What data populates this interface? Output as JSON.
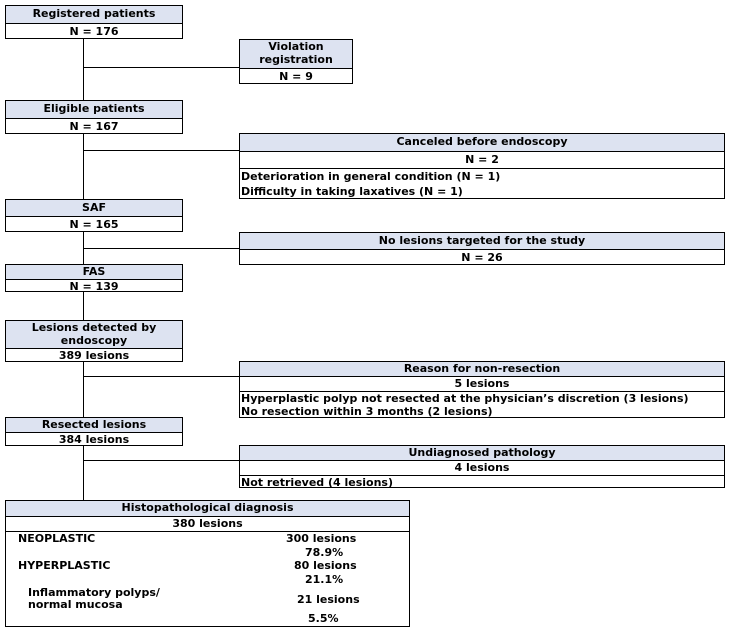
{
  "registered": {
    "title": "Registered patients",
    "n": "N = 176"
  },
  "violation": {
    "title_line1": "Violation",
    "title_line2": "registration",
    "n": "N = 9"
  },
  "eligible": {
    "title": "Eligible patients",
    "n": "N = 167"
  },
  "canceled": {
    "title": "Canceled before endoscopy",
    "n": "N = 2",
    "reasons": [
      "Deterioration in general condition (N = 1)",
      "Difficulty in taking laxatives (N = 1)"
    ]
  },
  "saf": {
    "title": "SAF",
    "n": "N = 165"
  },
  "no_lesions": {
    "title": "No lesions targeted for the study",
    "n": "N = 26"
  },
  "fas": {
    "title": "FAS",
    "n": "N = 139"
  },
  "detected": {
    "title_line1": "Lesions detected by",
    "title_line2": "endoscopy",
    "n": "389 lesions"
  },
  "non_resection": {
    "title": "Reason for non-resection",
    "n": "5 lesions",
    "reasons": [
      "Hyperplastic polyp not resected at the physician’s discretion (3 lesions)",
      "No resection within 3 months (2 lesions)"
    ]
  },
  "resected": {
    "title": "Resected lesions",
    "n": "384 lesions"
  },
  "undiagnosed": {
    "title": "Undiagnosed pathology",
    "n": "4 lesions",
    "reasons": [
      "Not retrieved (4 lesions)"
    ]
  },
  "histo": {
    "title": "Histopathological diagnosis",
    "n": "380 lesions",
    "rows": [
      {
        "label": "NEOPLASTIC",
        "count": "300 lesions",
        "pct": "78.9%"
      },
      {
        "label": "HYPERPLASTIC",
        "count": "80 lesions",
        "pct": "21.1%"
      },
      {
        "label_line1": "Inflammatory polyps/",
        "label_line2": "normal mucosa",
        "count": "21 lesions",
        "pct": "5.5%"
      }
    ]
  }
}
